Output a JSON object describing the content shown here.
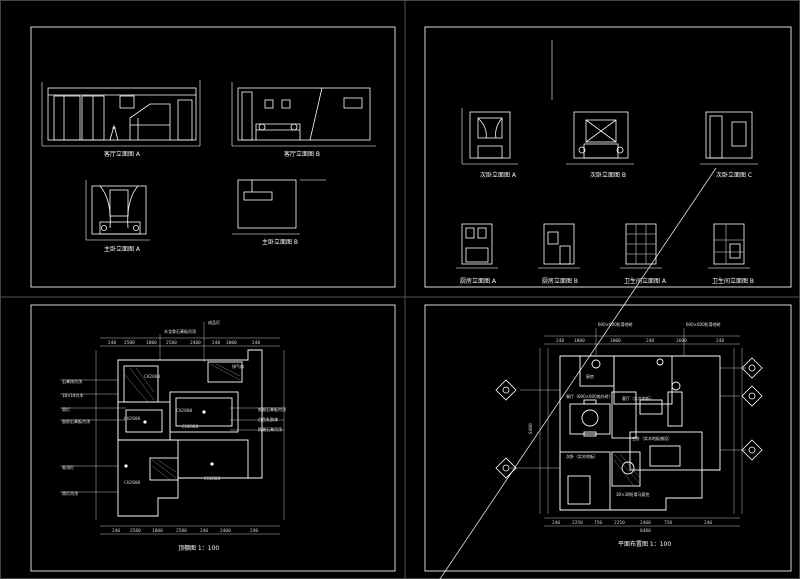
{
  "colors": {
    "background": "#000000",
    "lines": "#ffffff",
    "frame": "#d9d9d9",
    "dim_lines": "#bdbdbd",
    "accent_cyan": "#7fd4d4"
  },
  "ceiling_plan": {
    "title": "顶棚图 1：100",
    "top_notes": [
      "木龙骨石膏板吊顶",
      "成品灯",
      "排气扇"
    ],
    "left_notes": [
      "石膏线吊顶",
      "18×18方木",
      "筒灯",
      "胶质石膏板吊顶"
    ],
    "right_notes": [
      "纸面石膏板吊顶",
      "白色乳胶漆",
      "防潮石膏吊顶"
    ],
    "bottom_left_notes": [
      "吸顶灯",
      "筒灯吊顶"
    ],
    "room_heights": [
      "CH2800",
      "CH2800",
      "CH2800",
      "CH2800",
      "CH2800",
      "CH2800"
    ],
    "dims_top": [
      "240",
      "2580",
      "1800",
      "2580",
      "2400",
      "240",
      "3000",
      "240"
    ],
    "dims_bottom": [
      "240",
      "2580",
      "1800",
      "2580",
      "240",
      "2400",
      "240"
    ]
  },
  "floor_plan": {
    "title": "平面布置图 1：100",
    "top_notes": [
      "600×600防滑地砖",
      "600×600防滑地砖"
    ],
    "rooms": [
      "厨房",
      "客厅（实木地板）",
      "餐厅（600×600抛光砖）",
      "主卧（实木地板铺设）",
      "次卧（实木地板）"
    ],
    "bottom_note": "30×30防滑马赛克",
    "dims_top": [
      "240",
      "1800",
      "3000",
      "240",
      "3600",
      "240"
    ],
    "dims_bottom": [
      "240",
      "2250",
      "750",
      "2250",
      "2400",
      "750",
      "240"
    ],
    "side_dim": "8400",
    "bottom_total": "8400"
  },
  "elevations": {
    "left_titles": [
      "客厅立面图 A",
      "客厅立面图 B",
      "主卧立面图 A",
      "主卧立面图 B"
    ],
    "right_titles": [
      "次卧立面图 A",
      "次卧立面图 B",
      "次卧立面图 C",
      "厨房立面图 A",
      "厨房立面图 B",
      "卫生间立面图 A",
      "卫生间立面图 B"
    ]
  }
}
